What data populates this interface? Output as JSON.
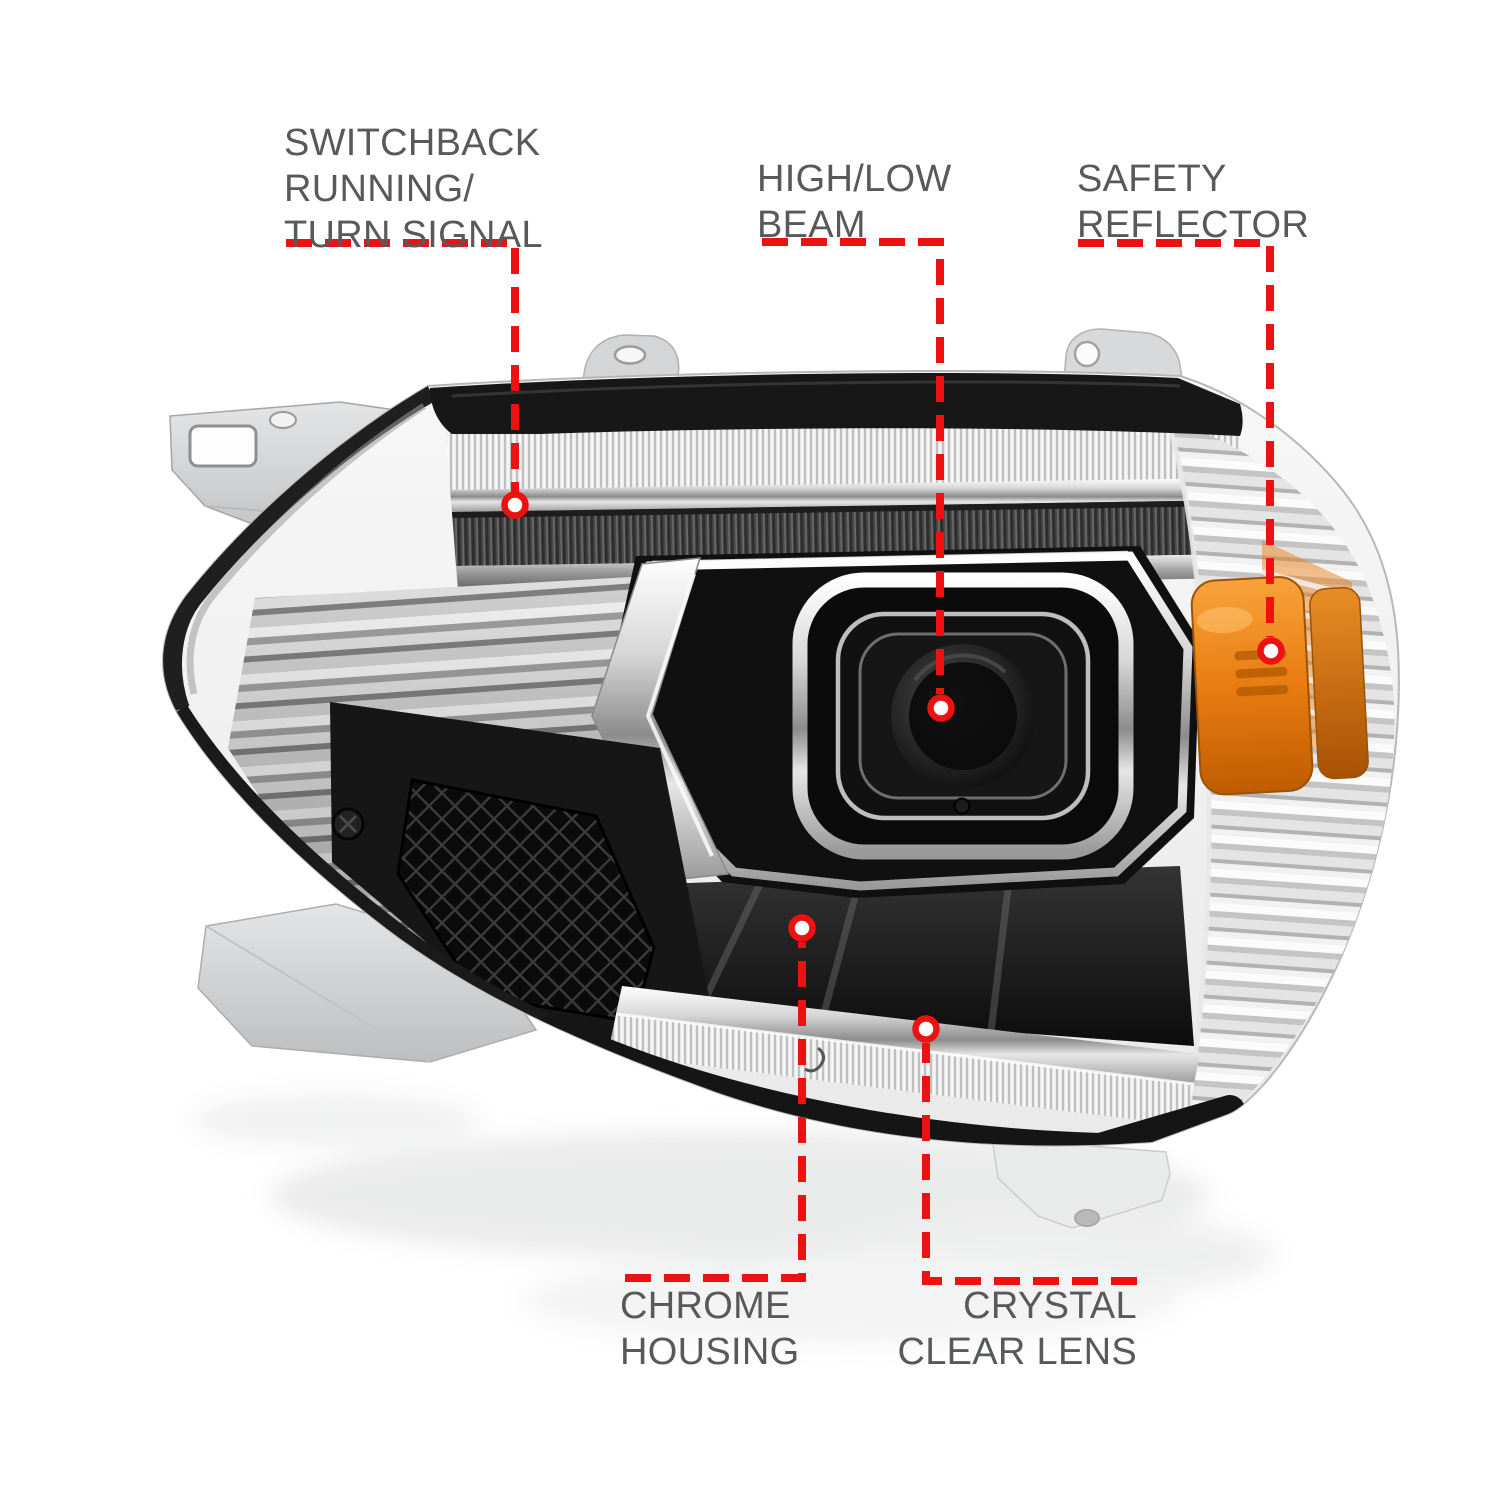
{
  "colors": {
    "label_text": "#58595b",
    "leader_red": "#ed1111",
    "amber": "#e8821c",
    "amber_dark": "#b05802",
    "housing_black": "#141414",
    "bracket_gray": "#cfd1d2",
    "background": "#ffffff"
  },
  "callouts": {
    "switchback": {
      "line1": "SWITCHBACK",
      "line2": "RUNNING/",
      "line3": "TURN SIGNAL"
    },
    "high_low_beam": {
      "line1": "HIGH/LOW",
      "line2": "BEAM"
    },
    "safety_reflector": {
      "line1": "SAFETY",
      "line2": "REFLECTOR"
    },
    "chrome_housing": {
      "line1": "CHROME",
      "line2": "HOUSING"
    },
    "crystal_clear_lens": {
      "line1": "CRYSTAL",
      "line2": "CLEAR LENS"
    }
  }
}
